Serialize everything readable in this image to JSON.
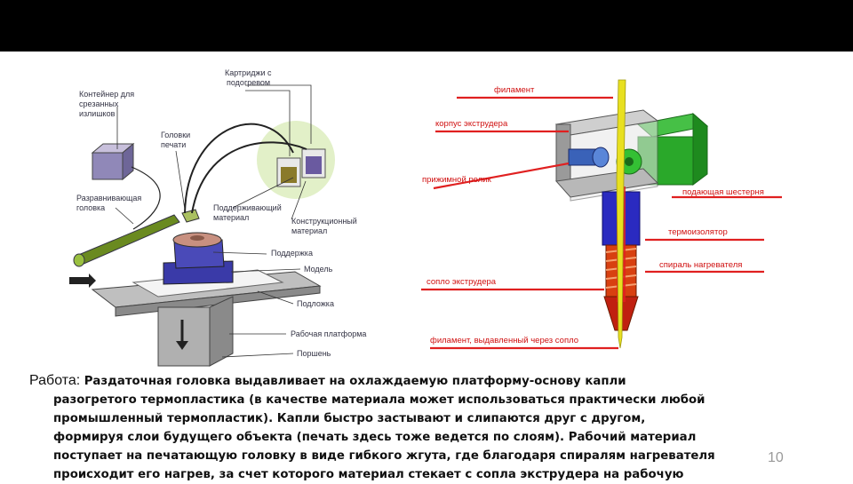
{
  "slide": {
    "page_number": "10"
  },
  "left_diagram": {
    "labels": {
      "cartridges": [
        "Картриджи с",
        "подогревом"
      ],
      "container": [
        "Контейнер для",
        "срезанных",
        "излишков"
      ],
      "heads": [
        "Головки",
        "печати"
      ],
      "leveler": [
        "Разравнивающая",
        "головка"
      ],
      "support_material": [
        "Поддерживающий",
        "материал"
      ],
      "build_material": [
        "Конструкционный",
        "материал"
      ],
      "support": "Поддержка",
      "model": "Модель",
      "substrate": "Подложка",
      "platform": "Рабочая платформа",
      "piston": "Поршень"
    }
  },
  "right_diagram": {
    "labels": {
      "filament": "филамент",
      "body": "корпус экструдера",
      "roller": "прижимной ролик",
      "gear": "подающая шестерня",
      "insulator": "термоизолятор",
      "heater": "спираль нагревателя",
      "nozzle": "сопло экструдера",
      "extruded": "филамент, выдавленный через сопло"
    }
  },
  "text": {
    "lead": "Работа: ",
    "line1": "Раздаточная головка выдавливает на охлаждаемую платформу-основу капли",
    "line2": "разогретого термопластика (в качестве материала может использоваться практически любой",
    "line3": "промышленный термопластик). Капли быстро застывают и слипаются друг с другом,",
    "line4": "формируя слои будущего объекта (печать здесь тоже ведется по слоям). Рабочий материал",
    "line5": "поступает на печатающую головку в виде гибкого жгута, где благодаря спиралям нагревателя",
    "line6": "происходит его нагрев, за счет которого материал стекает с сопла экструдера на рабочую"
  }
}
